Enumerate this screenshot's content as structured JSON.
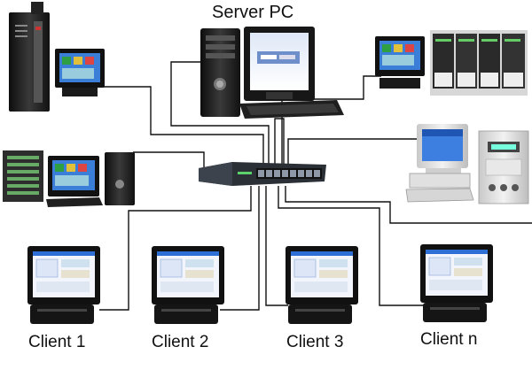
{
  "labels": {
    "server": "Server PC",
    "client_1": "Client 1",
    "client_2": "Client 2",
    "client_3": "Client 3",
    "client_n": "Client n"
  },
  "colors": {
    "cable": "#111111",
    "device_dark": "#1c1c1c",
    "device_light": "#e4e4e4",
    "screen_blue": "#2e6fd6",
    "screen_bright": "#f2f5fb",
    "switch_body": "#2b2f36"
  },
  "icons": [
    "tower-server-icon",
    "monitor-icon",
    "network-switch-icon",
    "io-rack-icon",
    "instrument-cabinet-icon",
    "keyboard-icon"
  ]
}
